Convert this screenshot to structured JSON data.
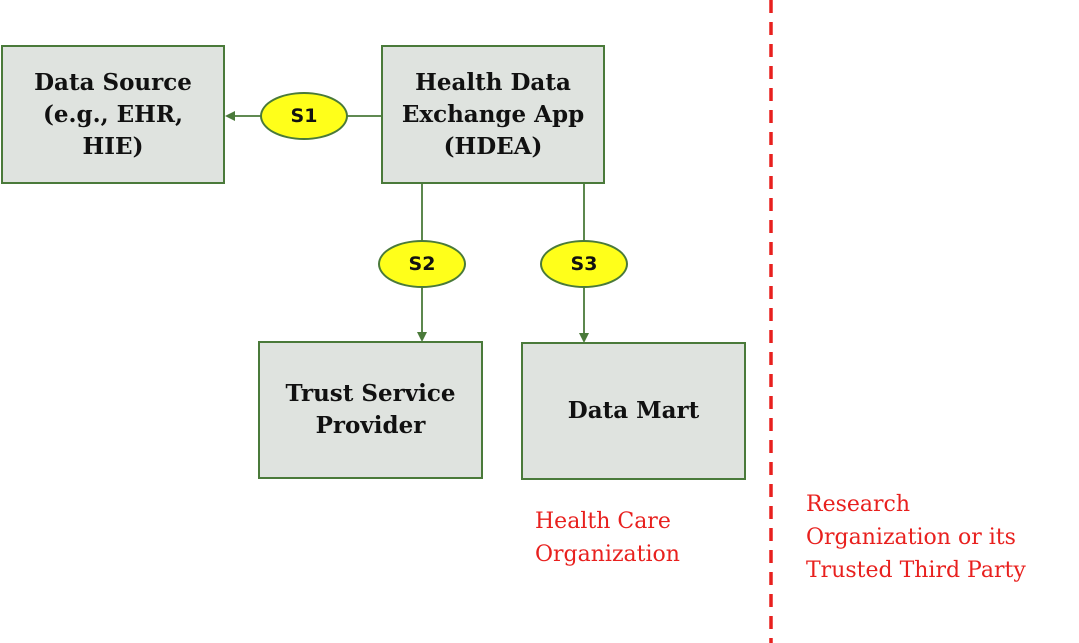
{
  "nodes": {
    "data_source": {
      "lines": [
        "Data Source",
        "(e.g., EHR,",
        "HIE)"
      ]
    },
    "hdea": {
      "lines": [
        "Health Data",
        "Exchange App",
        "(HDEA)"
      ]
    },
    "trust_service_provider": {
      "lines": [
        "Trust Service",
        "Provider"
      ]
    },
    "data_mart": {
      "lines": [
        "Data Mart"
      ]
    }
  },
  "edges": {
    "s1": {
      "label": "S1"
    },
    "s2": {
      "label": "S2"
    },
    "s3": {
      "label": "S3"
    }
  },
  "zones": {
    "health_care_organization": {
      "lines": [
        "Health Care",
        "Organization"
      ]
    },
    "research_organization": {
      "lines": [
        "Research",
        "Organization or its",
        "Trusted Third Party"
      ]
    }
  },
  "colors": {
    "box_fill": "#dfe3df",
    "box_border": "#4a7a3a",
    "connector": "#4a7a3a",
    "badge_fill": "#ffff1a",
    "zone_text": "#e8201e",
    "divider": "#e8201e"
  }
}
